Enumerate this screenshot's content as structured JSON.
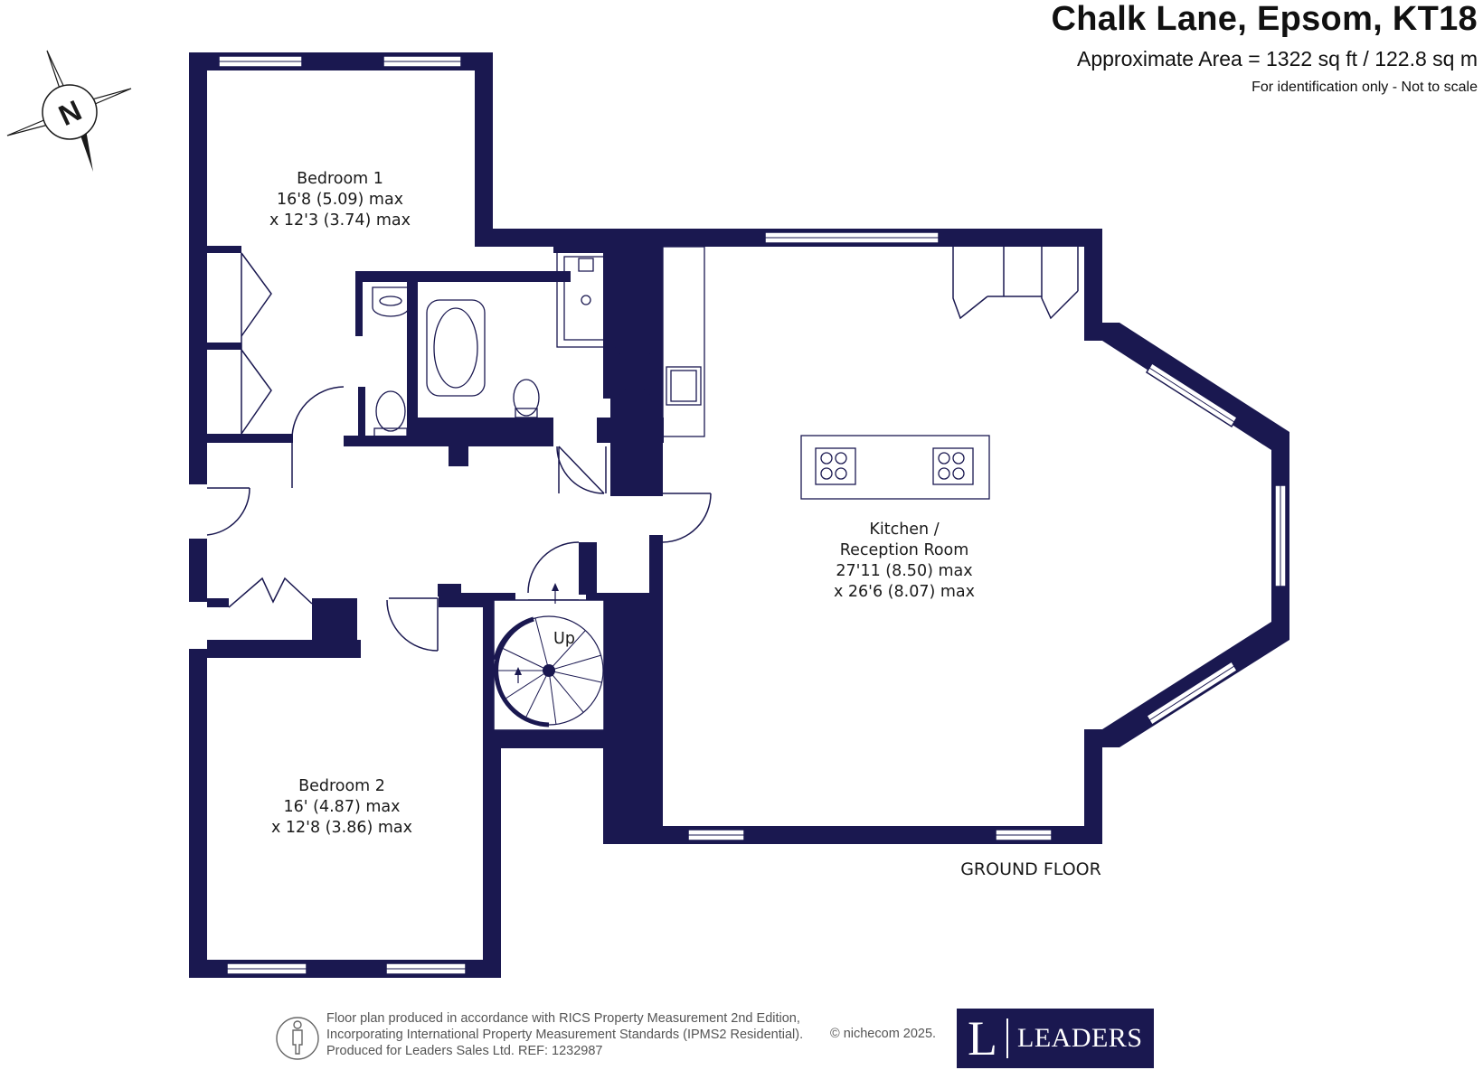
{
  "header": {
    "title": "Chalk Lane, Epsom, KT18",
    "area": "Approximate Area = 1322 sq ft / 122.8 sq m",
    "note": "For identification only - Not to scale"
  },
  "compass": {
    "letter": "N"
  },
  "rooms": {
    "bedroom1": {
      "name": "Bedroom 1",
      "dim1": "16'8 (5.09) max",
      "dim2": "x 12'3 (3.74) max"
    },
    "bedroom2": {
      "name": "Bedroom 2",
      "dim1": "16' (4.87) max",
      "dim2": "x 12'8 (3.86) max"
    },
    "kitchen": {
      "name1": "Kitchen /",
      "name2": "Reception Room",
      "dim1": "27'11 (8.50) max",
      "dim2": "x 26'6 (8.07) max"
    },
    "stairs": {
      "label": "Up"
    }
  },
  "floor_label": "GROUND FLOOR",
  "footer": {
    "line1": "Floor plan produced in accordance with RICS Property Measurement 2nd Edition,",
    "line2": "Incorporating International Property Measurement Standards (IPMS2 Residential).",
    "line3": "Produced for Leaders Sales Ltd.   REF:  1232987",
    "copyright": "© nichecom 2025."
  },
  "logo": {
    "letter": "L",
    "word": "LEADERS"
  },
  "colors": {
    "wall": "#1a1850",
    "logo_bg": "#1a1850"
  }
}
